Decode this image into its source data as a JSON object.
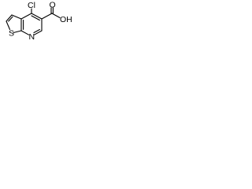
{
  "molecule": {
    "atoms": {
      "sulfur": "S",
      "nitrogen": "N",
      "chlorine": "Cl",
      "carbonyl_oxygen": "O",
      "hydroxyl": "OH"
    }
  },
  "colors": {
    "background": "#ffffff",
    "ink": "#000000"
  }
}
